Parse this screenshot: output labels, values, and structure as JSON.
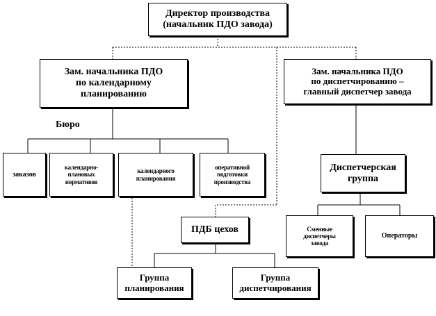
{
  "nodes": {
    "director": "Директор производства\n(начальник ПДО завода)",
    "deputy_planning": "Зам. начальника ПДО\nпо календарному\nпланированию",
    "deputy_dispatch": "Зам. начальника ПДО\nпо диспетчированию –\nглавный диспетчер завода",
    "bureau_label": "Бюро",
    "orders": "заказов",
    "calendar_norms": "календарно-\nплановых\nнормативов",
    "calendar_planning": "календарного\nпланирования",
    "operational_prep": "оперативной\nподготовки\nпроизводства",
    "dispatch_group": "Диспетчерская\nгруппа",
    "shift_dispatchers": "Сменные\nдиспетчеры\nзавода",
    "operators": "Операторы",
    "pdb": "ПДБ цехов",
    "planning_group": "Группа\nпланирования",
    "dispatch_group_shop": "Группа\nдиспетчирования"
  }
}
